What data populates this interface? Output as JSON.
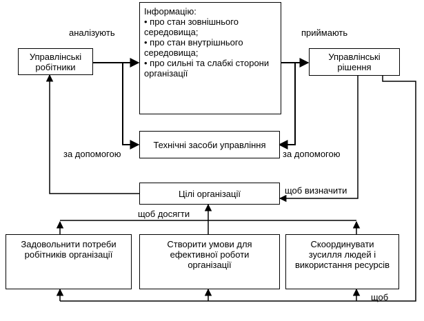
{
  "nodes": {
    "workers": "Управлінські робітники",
    "info_title": "Інформацію:",
    "info_items": [
      "• про стан зовнішнього середовища;",
      "• про стан внутрішнього середовища;",
      "• про сильні та слабкі сторони організації"
    ],
    "decisions": "Управлінські рішення",
    "tech_means": "Технічні засоби управління",
    "goals": "Цілі організації",
    "needs": "Задовольнити потреби робітників організації",
    "conditions": "Створити умови для ефективної роботи організації",
    "coordinate": "Скоординувати зусилля людей і використання ресурсів"
  },
  "edges": {
    "analyze": "аналізують",
    "accept": "приймають",
    "with_help_left": "за допомогою",
    "with_help_right": "за допомогою",
    "to_define": "щоб визначити",
    "to_achieve": "щоб досягти",
    "in_order": "щоб"
  }
}
